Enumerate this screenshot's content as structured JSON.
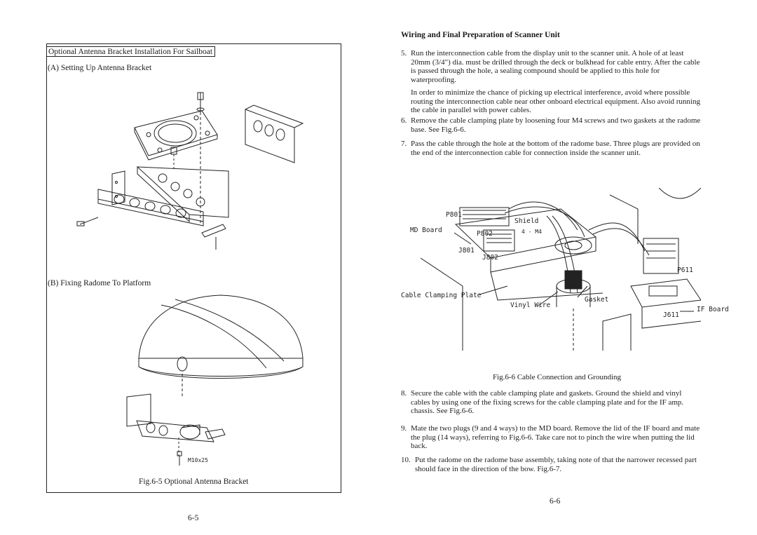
{
  "left_page": {
    "section_title": "Optional Antenna Bracket Installation For Sailboat",
    "part_a": "(A) Setting Up Antenna Bracket",
    "part_b": "(B) Fixing Radome To Platform",
    "bolt_label": "M10x25",
    "caption": "Fig.6-5 Optional Antenna Bracket",
    "page_number": "6-5"
  },
  "right_page": {
    "heading": "Wiring and Final Preparation of Scanner Unit",
    "step5_num": "5.",
    "step5_text": "Run the interconnection cable from the display unit to the scanner unit. A hole of at least 20mm (3/4\") dia. must be drilled through the deck or bulkhead for cable entry. After the cable is passed through the hole, a sealing compound should be applied to this hole for waterproofing.",
    "step5_note": "In order to minimize the chance of picking up electrical interference, avoid where possible routing the interconnection cable near other onboard electrical equipment. Also avoid running the cable in parallel with power cables.",
    "step6_num": "6.",
    "step6_text": "Remove the cable clamping plate by loosening four M4 screws and two gaskets at the radome base. See Fig.6-6.",
    "step7_num": "7.",
    "step7_text": "Pass the cable through the hole at the bottom of the radome base. Three plugs are provided on the end of the interconnection cable for connection inside the scanner unit.",
    "figure_labels": {
      "p801": "P801",
      "shield": "Shield",
      "md_board": "MD Board",
      "p802": "P802",
      "m4": "4 - M4",
      "j801": "J801",
      "j802": "J802",
      "p611": "P611",
      "cable_clamping_plate": "Cable Clamping Plate",
      "gasket": "Gasket",
      "vinyl_wire": "Vinyl Wire",
      "if_board": "IF Board",
      "j611": "J611"
    },
    "caption": "Fig.6-6 Cable Connection and Grounding",
    "step8_num": "8.",
    "step8_text": "Secure the cable with the cable clamping plate and gaskets. Ground the shield and vinyl cables by using one of the fixing screws for the cable clamping plate and for the IF amp. chassis. See Fig.6-6.",
    "step9_num": "9.",
    "step9_text": "Mate the two plugs (9 and 4 ways) to the MD board. Remove the lid of the IF board and mate the plug (14 ways), referring to Fig.6-6. Take care not to pinch the wire when putting the lid back.",
    "step10_num": "10.",
    "step10_text": "Put the radome on the radome base assembly, taking note of that the narrower recessed part should face in the direction of the bow. Fig.6-7.",
    "page_number": "6-6"
  }
}
